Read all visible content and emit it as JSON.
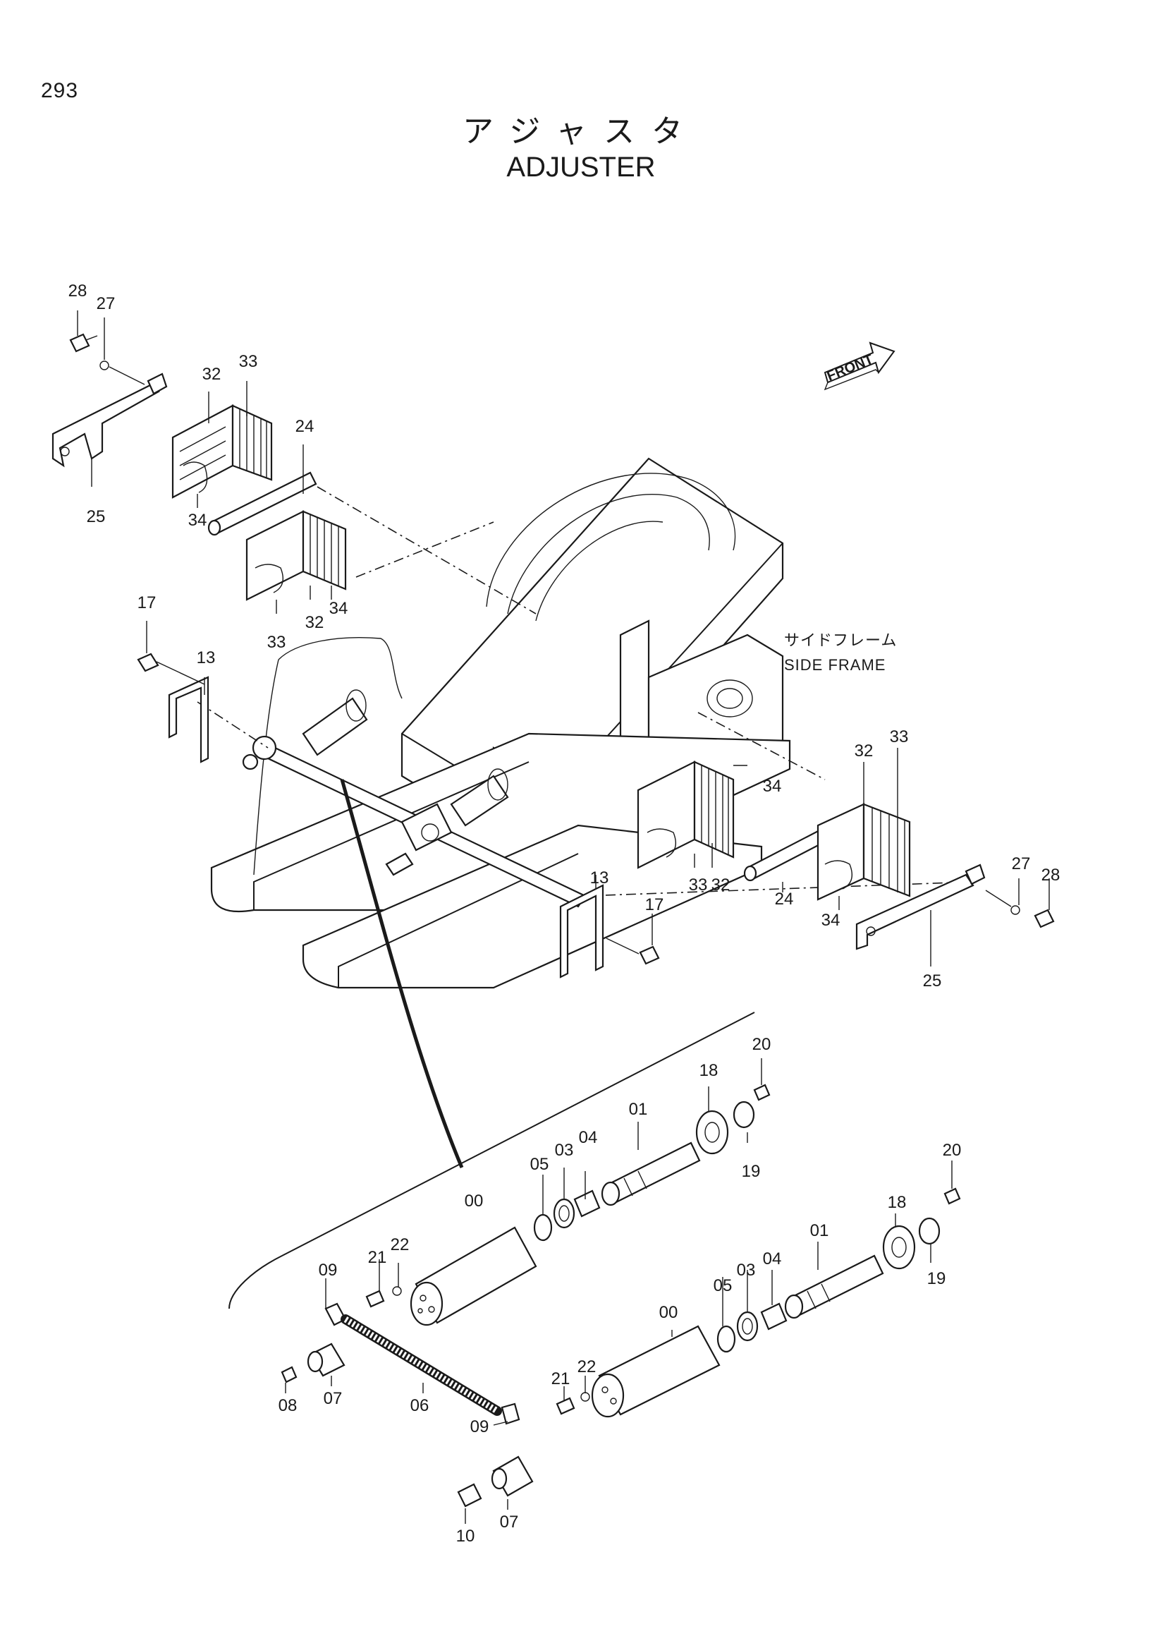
{
  "page": {
    "number": "293",
    "title_jp": "アジャスタ",
    "title_en": "ADJUSTER"
  },
  "annotations": {
    "side_frame_jp": "サイドフレーム",
    "side_frame_en": "SIDE FRAME",
    "front_arrow": "FRONT"
  },
  "callouts": {
    "upper_left": [
      "28",
      "27",
      "32",
      "33",
      "24",
      "25",
      "34",
      "34",
      "32",
      "33",
      "17",
      "13"
    ],
    "upper_right": [
      "34",
      "32",
      "33",
      "33",
      "32",
      "24",
      "34",
      "27",
      "28",
      "25",
      "13",
      "17"
    ],
    "detail_upper_adjuster": [
      "20",
      "18",
      "01",
      "04",
      "03",
      "05",
      "19",
      "00",
      "21",
      "22",
      "09"
    ],
    "detail_lower_adjuster": [
      "20",
      "18",
      "01",
      "04",
      "03",
      "05",
      "19",
      "00",
      "22",
      "21",
      "08",
      "07",
      "06",
      "09",
      "10",
      "07"
    ]
  }
}
